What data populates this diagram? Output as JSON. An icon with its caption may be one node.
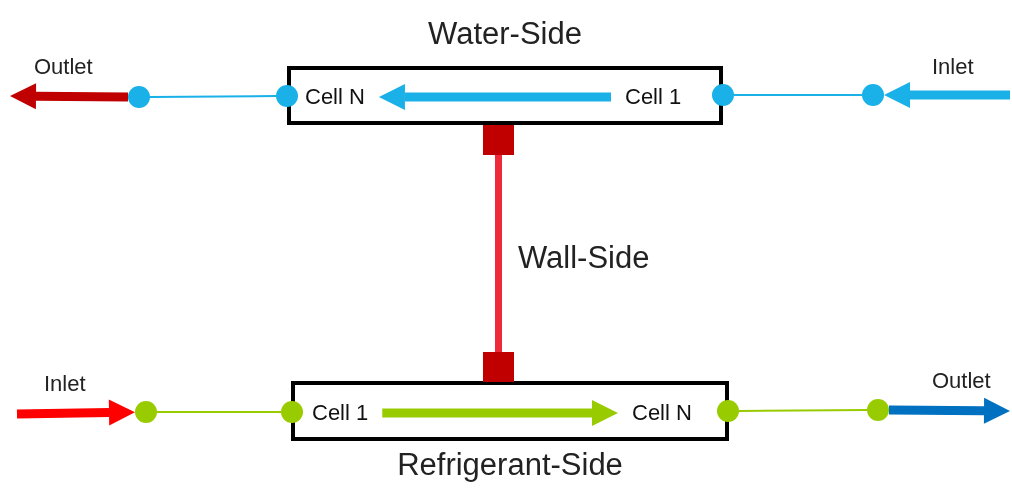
{
  "diagram": {
    "nodes": [
      {
        "text": [
          "Water-Side"
        ]
      },
      {
        "text": [
          "Cell N"
        ],
        "in": 0
      },
      {
        "text": [
          "Cell 1"
        ],
        "in": 0
      },
      {
        "text": [],
        "shape": "circle"
      },
      {
        "text": [],
        "shape": "circle"
      },
      {
        "text": [],
        "shape": "circle"
      },
      {
        "text": [],
        "shape": "circle"
      },
      {
        "text": [],
        "shape": "box"
      },
      {
        "text": [],
        "shape": "box"
      },
      {
        "text": [
          "Refrigerant-Side"
        ]
      },
      {
        "text": [
          "Cell 1"
        ],
        "in": 9
      },
      {
        "text": [
          "Cell N"
        ],
        "in": 9
      },
      {
        "text": [],
        "shape": "circle"
      },
      {
        "text": [],
        "shape": "circle"
      },
      {
        "text": [],
        "shape": "circle"
      },
      {
        "text": [],
        "shape": "circle"
      }
    ],
    "edges": [
      {
        "from": 2,
        "to": 1,
        "arrow": "to",
        "color": "#1ab0e8"
      },
      {
        "from": 4,
        "to": 3,
        "arrow": "none",
        "color": "#1ab0e8"
      },
      {
        "from": 6,
        "to": 5,
        "arrow": "none",
        "color": "#1ab0e8"
      },
      {
        "from": 3,
        "to": null,
        "arrow": "to",
        "label": "Outlet",
        "color": "#c00000"
      },
      {
        "from": null,
        "to": 6,
        "arrow": "to",
        "label": "Inlet",
        "color": "#1ab0e8"
      },
      {
        "from": 7,
        "to": 8,
        "arrow": "none",
        "label": "Wall-Side",
        "color": "#ee2a3a"
      },
      {
        "from": 10,
        "to": 11,
        "arrow": "to",
        "color": "#99cc00"
      },
      {
        "from": 12,
        "to": 13,
        "arrow": "none",
        "color": "#99cc00"
      },
      {
        "from": 14,
        "to": 15,
        "arrow": "none",
        "color": "#99cc00"
      },
      {
        "from": null,
        "to": 12,
        "arrow": "to",
        "label": "Inlet",
        "color": "#ff0000"
      },
      {
        "from": 15,
        "to": null,
        "arrow": "to",
        "label": "Outlet",
        "color": "#0070c0"
      }
    ]
  }
}
